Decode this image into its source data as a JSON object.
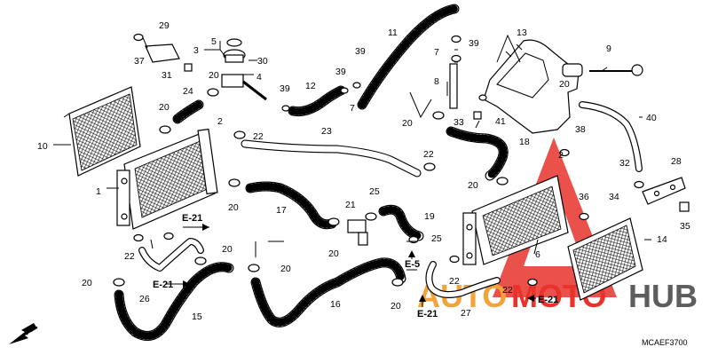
{
  "diagram": {
    "part_numbers": [
      "1",
      "2",
      "2",
      "3",
      "4",
      "5",
      "6",
      "7",
      "7",
      "8",
      "9",
      "10",
      "11",
      "12",
      "13",
      "14",
      "15",
      "16",
      "17",
      "18",
      "19",
      "20",
      "20",
      "20",
      "20",
      "20",
      "20",
      "20",
      "20",
      "20",
      "20",
      "20",
      "21",
      "22",
      "22",
      "22",
      "22",
      "22",
      "23",
      "24",
      "25",
      "25",
      "26",
      "27",
      "28",
      "29",
      "30",
      "31",
      "32",
      "33",
      "34",
      "35",
      "36",
      "37",
      "38",
      "39",
      "39",
      "39",
      "39",
      "40",
      "41"
    ],
    "references": [
      "E-21",
      "E-21",
      "E-21",
      "E-21",
      "E-5"
    ],
    "diagram_code": "MCAEF3700",
    "direction_label": "FR.",
    "colors": {
      "line": "#000000",
      "background": "#ffffff"
    }
  },
  "watermark": {
    "part1": "AUTO",
    "part2": "MOTO",
    "part3": "HUB",
    "colors": {
      "orange": "#f2a33a",
      "red": "#e8322b",
      "gray": "#5d5d5d"
    }
  }
}
